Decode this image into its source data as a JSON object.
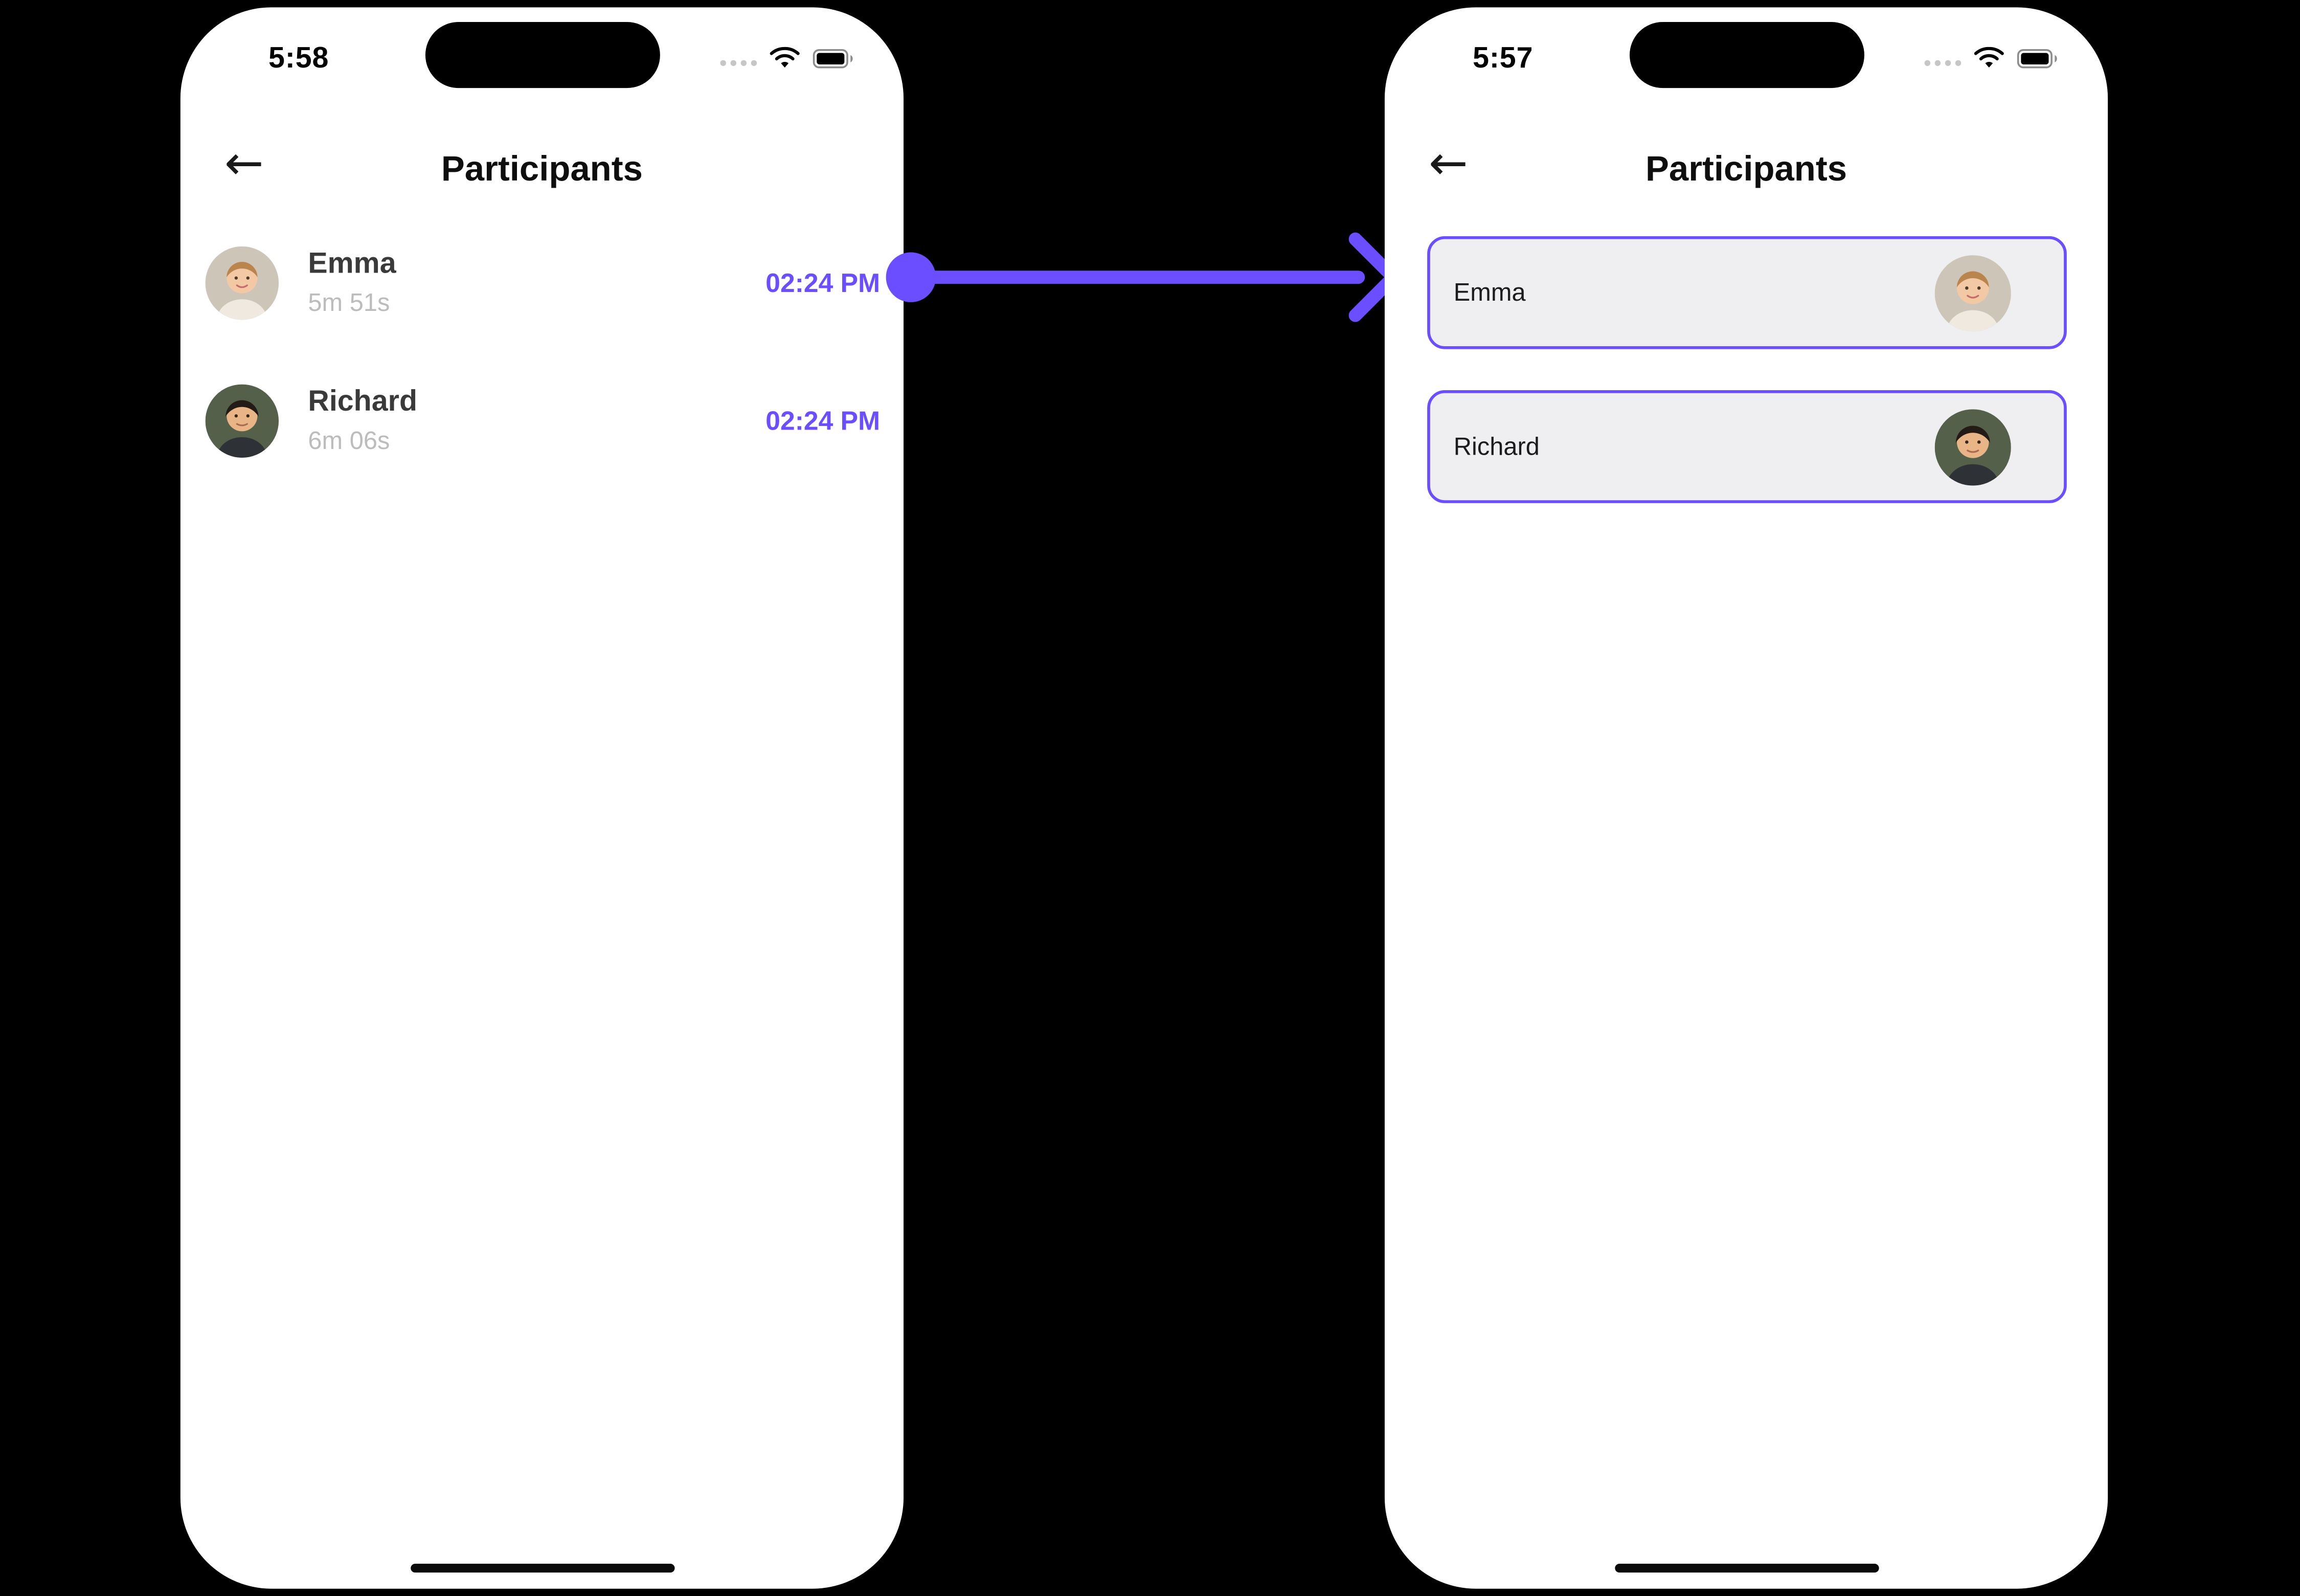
{
  "colors": {
    "accent": "#6B4EFF",
    "card_background": "#EFEFF1",
    "duration_text": "#BCBCBC"
  },
  "icons": {
    "back": "←",
    "wifi": "wifi-icon",
    "battery": "battery-icon",
    "cellular": "cellular-dots-icon"
  },
  "left_phone": {
    "time": "5:58",
    "title": "Participants",
    "participants": [
      {
        "name": "Emma",
        "duration": "5m 51s",
        "joined_at": "02:24 PM"
      },
      {
        "name": "Richard",
        "duration": "6m 06s",
        "joined_at": "02:24 PM"
      }
    ]
  },
  "right_phone": {
    "time": "5:57",
    "title": "Participants",
    "participants": [
      {
        "name": "Emma"
      },
      {
        "name": "Richard"
      }
    ]
  }
}
